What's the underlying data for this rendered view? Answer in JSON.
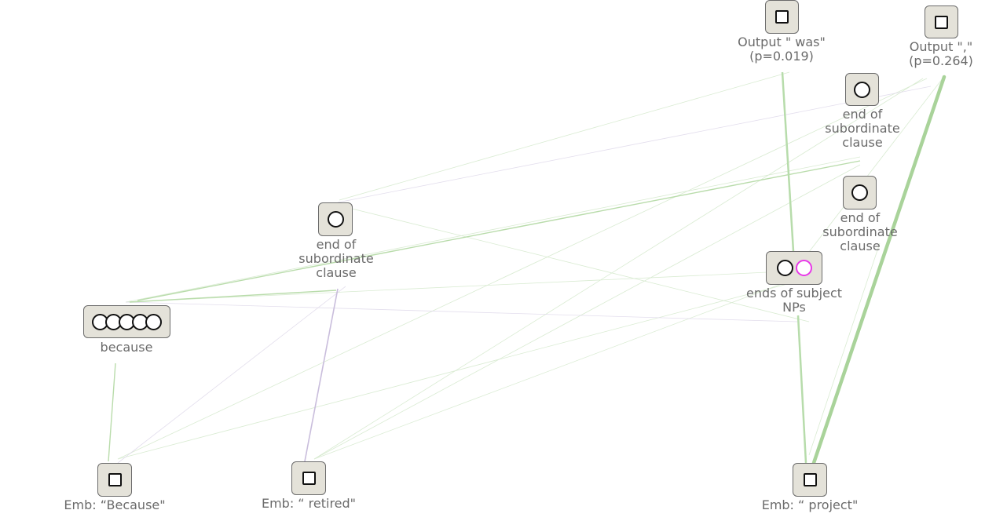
{
  "nodes": {
    "output_was": {
      "label": "Output \" was\"\n(p=0.019)"
    },
    "output_comma": {
      "label": "Output \",\"\n(p=0.264)"
    },
    "esc_right_1": {
      "label": "end of\nsubordinate\nclause"
    },
    "esc_right_2": {
      "label": "end of\nsubordinate\nclause"
    },
    "esc_mid": {
      "label": "end of\nsubordinate\nclause"
    },
    "ends_np": {
      "label": "ends of subject\nNPs"
    },
    "because": {
      "label": "because"
    },
    "emb_because": {
      "label": "Emb: “Because\""
    },
    "emb_retired": {
      "label": "Emb: “ retired\""
    },
    "emb_project": {
      "label": "Emb: “ project\""
    }
  },
  "colors": {
    "node_fill": "#e4e2d9",
    "edge_positive": "#9fd08f",
    "edge_negative": "#b9a9cf",
    "highlight": "#e838e8"
  }
}
